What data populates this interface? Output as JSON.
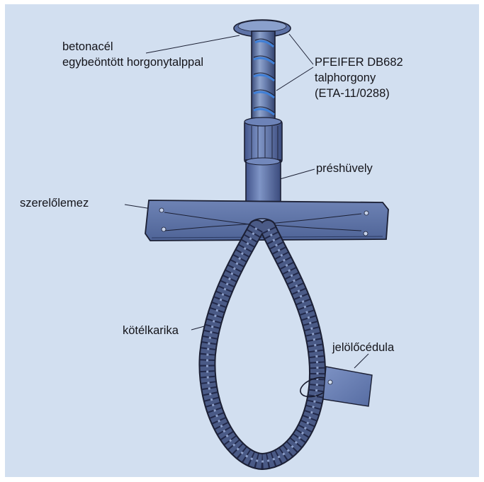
{
  "labels": {
    "rebar_line1": "betonacél",
    "rebar_line2": "egybeöntött horgonytalppal",
    "anchor_line1": "PFEIFER DB682",
    "anchor_line2": "talphorgony",
    "anchor_line3": "(ETA-11/0288)",
    "sleeve": "préshüvely",
    "plate": "szerelőlemez",
    "loop": "kötélkarika",
    "tag": "jelölőcédula"
  },
  "colors": {
    "background": "#d2dff0",
    "steel": "#5a6e9c",
    "steel_dark": "#2c3a62",
    "rebar_highlight": "#3f7fd6",
    "outline": "#1b1f33"
  }
}
